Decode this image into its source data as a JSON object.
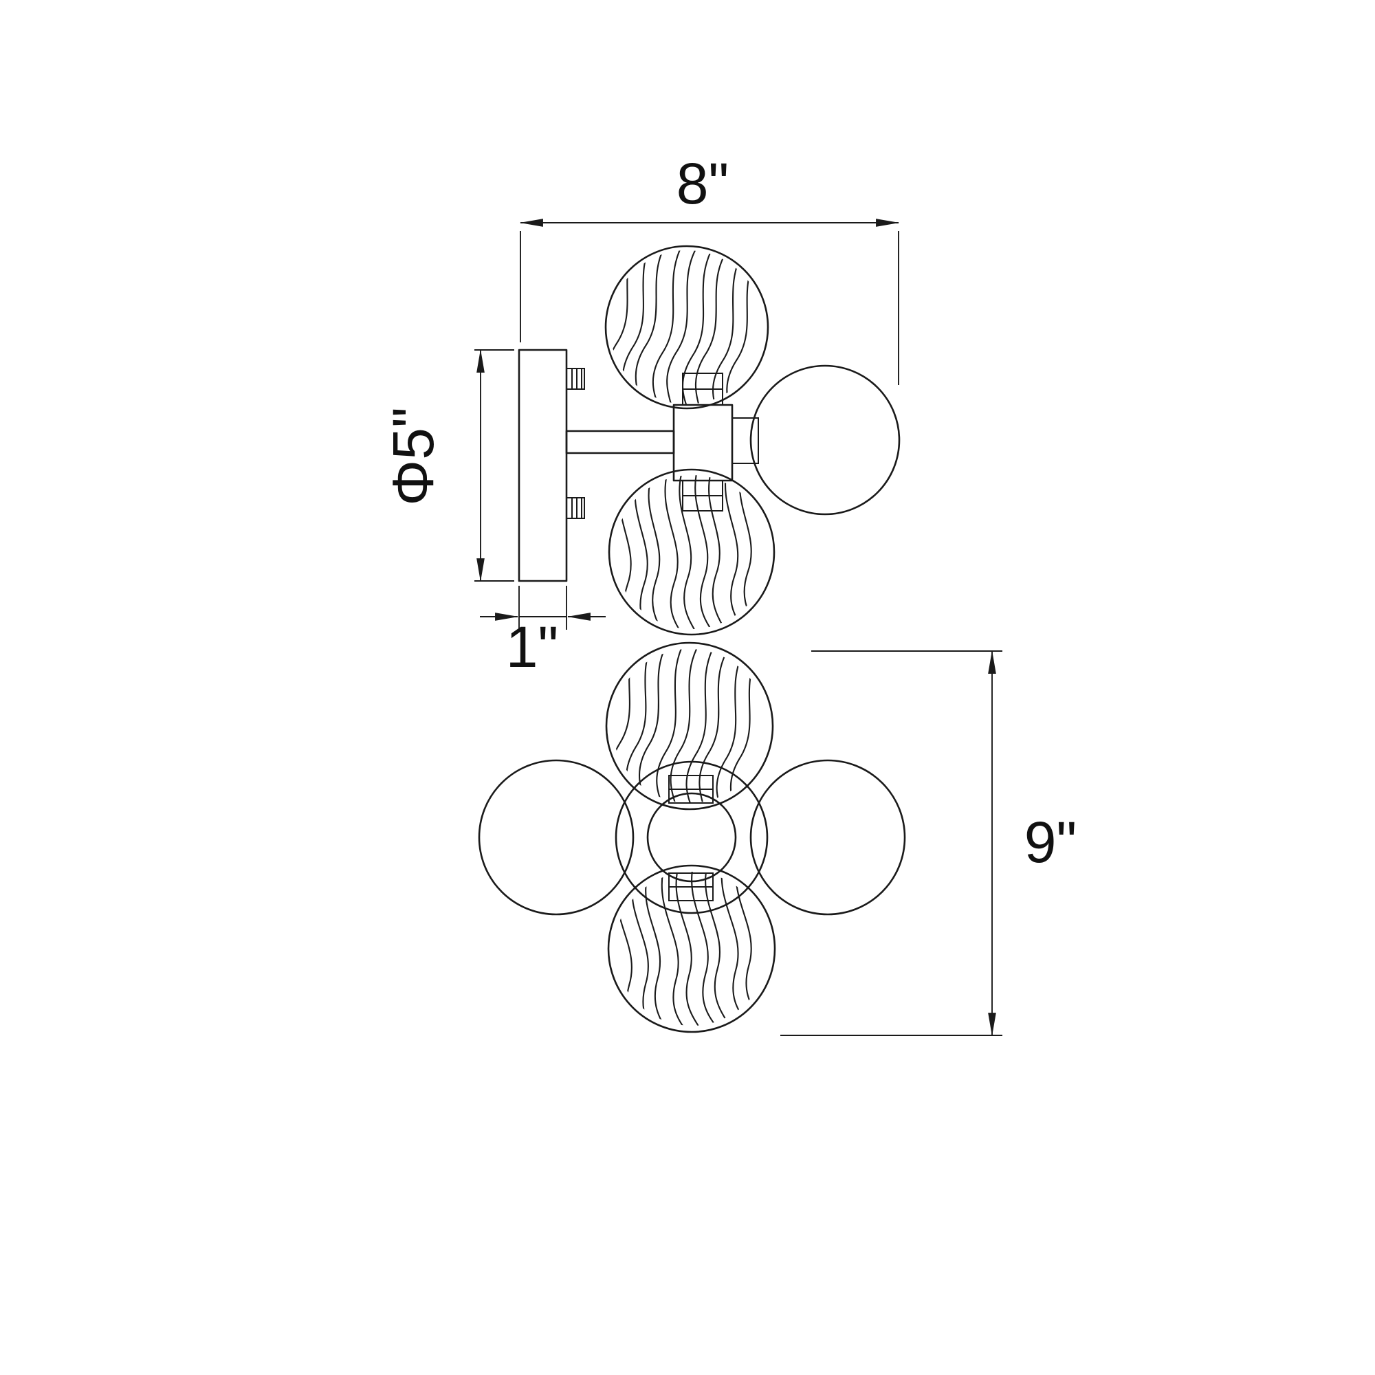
{
  "drawing": {
    "background_color": "#ffffff",
    "line_color": "#1a1a1a",
    "dimensions": {
      "width": "8\"",
      "canopy_diameter": "Φ5\"",
      "canopy_depth": "1\"",
      "height": "9\""
    }
  }
}
